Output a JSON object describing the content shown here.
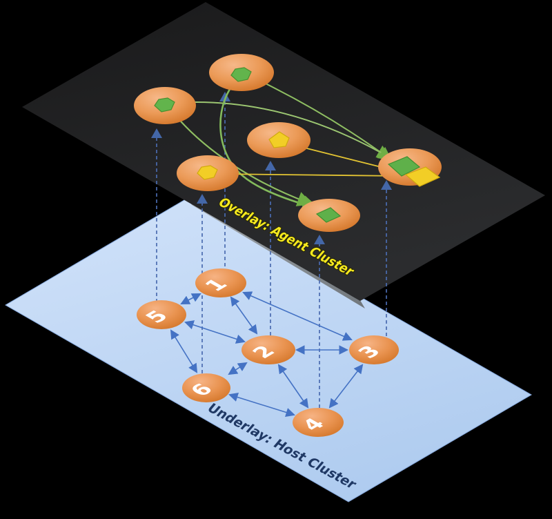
{
  "overlay": {
    "label": "Overlay: Agent Cluster",
    "label_color": "#F5E91E",
    "plane_color": "#232425",
    "nodes": [
      {
        "id": "top",
        "agent_shape": "hexagon",
        "agent_color": "green"
      },
      {
        "id": "left",
        "agent_shape": "hexagon",
        "agent_color": "green"
      },
      {
        "id": "middle",
        "agent_shape": "pentagon",
        "agent_color": "yellow"
      },
      {
        "id": "lowerleft",
        "agent_shape": "hexagon",
        "agent_color": "yellow"
      },
      {
        "id": "bottom",
        "agent_shape": "square",
        "agent_color": "green"
      },
      {
        "id": "right",
        "agent_shape": "square+square",
        "agent_color": "green+yellow"
      }
    ],
    "edges": [
      {
        "from": "left",
        "to": "right",
        "color": "green"
      },
      {
        "from": "top",
        "to": "right",
        "color": "green"
      },
      {
        "from": "top",
        "to": "bottom",
        "color": "green"
      },
      {
        "from": "left",
        "to": "bottom",
        "color": "green"
      },
      {
        "from": "middle",
        "to": "right",
        "color": "yellow"
      },
      {
        "from": "lowerleft",
        "to": "right",
        "color": "yellow"
      }
    ]
  },
  "underlay": {
    "label": "Underlay: Host Cluster",
    "label_color": "#1F3864",
    "plane_color": "#BED7F4",
    "nodes": [
      {
        "label": "1"
      },
      {
        "label": "2"
      },
      {
        "label": "3"
      },
      {
        "label": "4"
      },
      {
        "label": "5"
      },
      {
        "label": "6"
      }
    ],
    "edges": [
      [
        "1",
        "5"
      ],
      [
        "1",
        "2"
      ],
      [
        "1",
        "3"
      ],
      [
        "5",
        "2"
      ],
      [
        "5",
        "6"
      ],
      [
        "2",
        "6"
      ],
      [
        "2",
        "3"
      ],
      [
        "2",
        "4"
      ],
      [
        "3",
        "4"
      ],
      [
        "6",
        "4"
      ]
    ],
    "edge_color": "#4472C4"
  },
  "mappings": [
    {
      "host": "1",
      "agent": "top"
    },
    {
      "host": "2",
      "agent": "middle"
    },
    {
      "host": "3",
      "agent": "right"
    },
    {
      "host": "4",
      "agent": "bottom"
    },
    {
      "host": "5",
      "agent": "left"
    },
    {
      "host": "6",
      "agent": "lowerleft"
    }
  ],
  "colors": {
    "node_orange_light": "#F5B07A",
    "node_orange_dark": "#D4772B",
    "green_shape": "#5FB04A",
    "yellow_shape": "#F2CE26",
    "green_edge": "#8FBE62",
    "yellow_edge": "#E3C433",
    "mapping_arrow": "#4A6BB0"
  }
}
